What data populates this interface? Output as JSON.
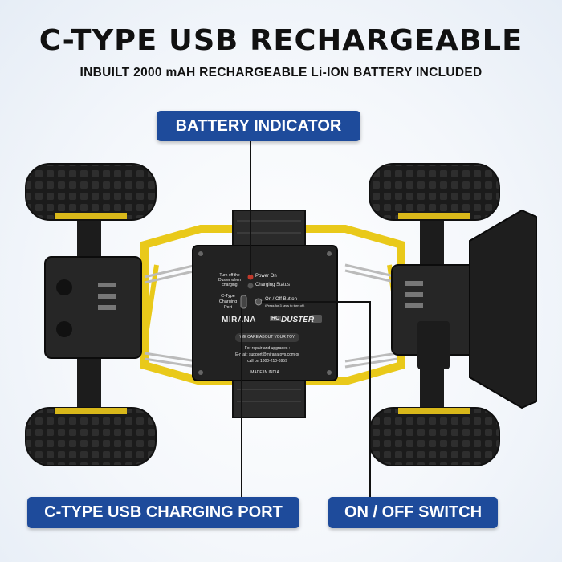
{
  "header": {
    "title": "C-TYPE USB RECHARGEABLE",
    "subtitle": "INBUILT 2000 mAH RECHARGEABLE Li-ION BATTERY INCLUDED"
  },
  "callouts": {
    "battery_indicator": "BATTERY INDICATOR",
    "usb_port": "C-TYPE USB CHARGING PORT",
    "on_off": "ON / OFF SWITCH"
  },
  "panel": {
    "turn_off_note": "Turn off the Duster when charging",
    "power_on": "Power On",
    "charging_status": "Charging Status",
    "ctype_port": "C-Type Charging Port",
    "on_off_button": "On / Off Button",
    "on_off_hint": "(Press for 3 secs to turn off)",
    "brand": "MIRANA",
    "rc_badge": "RC",
    "model": "DUSTER",
    "care_banner": "WE CARE ABOUT YOUR TOY",
    "repair_line": "For repair and upgrades :",
    "email_line": "E-mail: support@miranatoys.com or",
    "phone_line": "call on 1800-210-6959",
    "made_in": "MADE IN INDIA"
  },
  "colors": {
    "callout_bg": "#1e4b9b",
    "chassis_yellow": "#e9c91a",
    "tire": "#1a1a1a",
    "panel": "#222222"
  }
}
